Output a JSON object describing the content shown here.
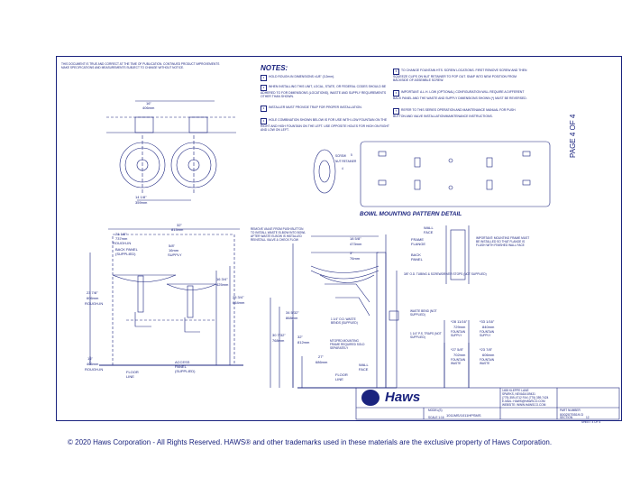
{
  "disclaimer": [
    "THIS DOCUMENT IS TRUE AND CORRECT AT THE TIME OF PUBLICATION. CONTINUED PRODUCT IMPROVEMENTS",
    "MAKE SPECIFICATIONS AND MEASUREMENTS SUBJECT TO CHANGE WITHOUT NOTICE."
  ],
  "notes": {
    "title": "NOTES:",
    "left": [
      {
        "n": "1",
        "text": "HOLD ROUGH-IN DIMENSIONS ±1/8\" (3.2mm)."
      },
      {
        "n": "2",
        "text": "WHEN INSTALLING THIS UNIT, LOCAL, STATE, OR FEDERAL CODES SHOULD BE ADHERED TO FOR DIMENSIONS (LOCATIONS), WASTE AND SUPPLY REQUIREMENTS OTHER THAN SHOWN."
      },
      {
        "n": "3",
        "text": "INSTALLER MUST PROVIDE TRAP FOR PROPER INSTALLATION."
      },
      {
        "n": "4",
        "text": "HOLE COMBINATION SHOWN BELOW IS FOR USE WITH LOW FOUNTAIN ON THE RIGHT AND HIGH FOUNTAIN ON THE LEFT. USE OPPOSITE HOLES FOR HIGH ON RIGHT AND LOW ON LEFT."
      }
    ],
    "right": [
      {
        "n": "5",
        "text": "TO CHANGE FOUNTAIN HTS. SCREW LOCATIONS. FIRST REMOVE SCREW AND THEN SQUEEZE CLIPS ON NUT RETAINER TO POP OUT. SNAP INTO NEW POSITION FROM BACKSIDE OF ASSEMBLE SCREW."
      },
      {
        "n": "6",
        "text": "IMPORTANT: A.L.H. LOW (OPTIONAL) CONFIGURATION WILL REQUIRE A DIFFERENT BACK PANEL AND THE WASTE AND SUPPLY DIMENSIONS SHOWN (*) MUST BE REVERSED."
      },
      {
        "n": "7",
        "text": "REFER TO THIS SERIES OPERATION AND MAINTENANCE MANUAL FOR PUSH BUTTON AND VALVE INSTALLATION/MAINTENANCE INSTRUCTIONS."
      }
    ]
  },
  "page_label": "PAGE 4 OF 4",
  "bowl_mounting_title": "BOWL MOUNTING PATTERN DETAIL",
  "top_view_dims": {
    "d1": "16\"",
    "d1mm": "406mm",
    "d2": "14 1/8\"",
    "d2mm": "359mm"
  },
  "front_view": {
    "width": "32\"",
    "width_mm": "813mm",
    "rough": "21 1/8\"",
    "rough_mm": "737mm",
    "rough_label": "ROUGH-IN",
    "back_panel": "BACK PANEL (SUPPLIED)",
    "supply": "5/8\"",
    "supply_mm": "16mm",
    "supply_label": "SUPPLY",
    "h1": "16 3/4\"",
    "h1mm": "425mm",
    "h2": "25 3/4\"",
    "h2mm": "654mm",
    "h3": "23 7/8\"",
    "h3mm": "606mm",
    "h3_label": "ROUGH-IN",
    "h4": "16\"",
    "h4mm": "406mm",
    "h4_label": "ROUGH-IN",
    "floor": "FLOOR LINE",
    "access": "ACCESS PANEL (SUPPLIED)"
  },
  "side_view": {
    "remove_note": "REMOVE VALVE FROM PUSH BUTTON TO INSTALL WASTE ELBOW INTO BOWL AFTER WASTE ELBOW IS INSTALLED REINSTALL VALVE & CHECK FLOW",
    "depth": "18 5/8\"",
    "depth_mm": "473mm",
    "zero": "3\"",
    "zero_mm": "76mm",
    "wall_face": "WALL FACE",
    "frame_flange": "FRAME FLANGE",
    "back_panel": "BACK PANEL",
    "important": "IMPORTANT: MOUNTING FRAME MUST BE INSTALLED SO THAT FLANGE IS FLUSH WITH FINISHED WALL FACE",
    "tubing": "3/8\" O.D. TUBING & SCREWDRIVER STOPS (NOT SUPPLIED)",
    "waste_bend": "WASTE BEND (NOT SUPPLIED)",
    "trap": "1 1/4\" P.S. TRAPS (NOT SUPPLIED)",
    "od_waste": "1 1/4\" O.D. WASTE BENDS (SUPPLIED)",
    "mounting_frame": "MTGFRD MOUNTING FRAME REQUIRED SOLD SEPARATELY",
    "h_a": "34 5/32\"",
    "h_a_mm": "868mm",
    "h_b": "30 7/32\"",
    "h_b_mm": "768mm",
    "h_c": "32\"",
    "h_c_mm": "812mm",
    "h_d": "27\"",
    "h_d_mm": "686mm",
    "f1": "*28 11/16\"",
    "f1mm": "729mm",
    "f1_label": "FOUNTAIN SUPPLY",
    "f2": "*33 1/16\"",
    "f2mm": "840mm",
    "f2_label": "FOUNTAIN SUPPLY",
    "f3": "*27 5/8\"",
    "f3mm": "702mm",
    "f3_label": "FOUNTAIN WASTE",
    "f4": "*23 7/8\"",
    "f4mm": "606mm",
    "f4_label": "FOUNTAIN WASTE",
    "wall_face2": "WALL FACE",
    "floor": "FLOOR LINE"
  },
  "bowl_detail": {
    "screw": "SCREW",
    "nut": "NUT RETAINER",
    "n5": "5",
    "n4": "4"
  },
  "title_block": {
    "brand": "Haws",
    "address": [
      "1455 KLEPPE LANE",
      "SPARKS, NEVADA 89431",
      "(775) 359-4712  FAX (775) 359-7424",
      "E-MAIL: HAWS@HAWSCO.COM",
      "WEBSITE: WWW.HAWSCO.COM"
    ],
    "models_label": "MODEL(S)",
    "models": "1011MS/1011HPSMS",
    "part_number_label": "PART NUMBER",
    "part_number": "0002075519.D",
    "section_label": "SECTION",
    "section": "12",
    "scale": "SCALE  1:16",
    "sheet": "SHEET  4  OF  4"
  },
  "copyright": "© 2020 Haws Corporation - All Rights Reserved.  HAWS® and other trademarks used in these materials are the exclusive property of Haws Corporation."
}
